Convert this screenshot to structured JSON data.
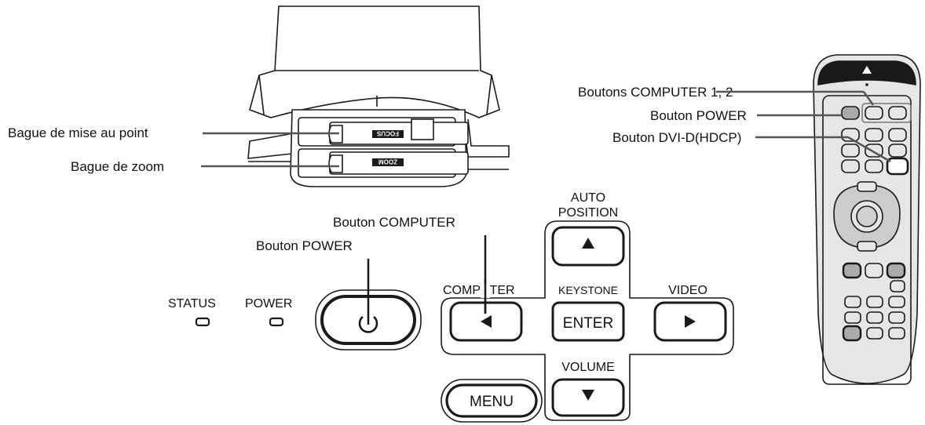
{
  "callouts": {
    "focus_ring": "Bague de mise au point",
    "zoom_ring": "Bague de zoom",
    "remote_computer_buttons": "Boutons COMPUTER 1, 2",
    "remote_power_button": "Bouton POWER",
    "remote_dvi_button": "Bouton DVI-D(HDCP)",
    "panel_computer_button": "Bouton COMPUTER",
    "panel_power_button": "Bouton POWER"
  },
  "lens": {
    "focus_marking": "FOCUS",
    "zoom_marking": "ZOOM"
  },
  "indicators": {
    "status": "STATUS",
    "power": "POWER"
  },
  "control_panel": {
    "auto_position_line1": "AUTO",
    "auto_position_line2": "POSITION",
    "computer": "COMPUTER",
    "keystone": "KEYSTONE",
    "video": "VIDEO",
    "volume": "VOLUME",
    "enter": "ENTER",
    "menu": "MENU"
  },
  "icons": {
    "up": "triangle-up-icon",
    "down": "triangle-down-icon",
    "left": "triangle-left-icon",
    "right": "triangle-right-icon",
    "power": "power-icon",
    "remote_emitter": "triangle-up-icon"
  },
  "colors": {
    "stroke": "#1a1a1a",
    "leader": "#555555",
    "button_fill": "#ffffff",
    "remote_fill": "#e6e6e6",
    "remote_top": "#1a1a1a"
  }
}
